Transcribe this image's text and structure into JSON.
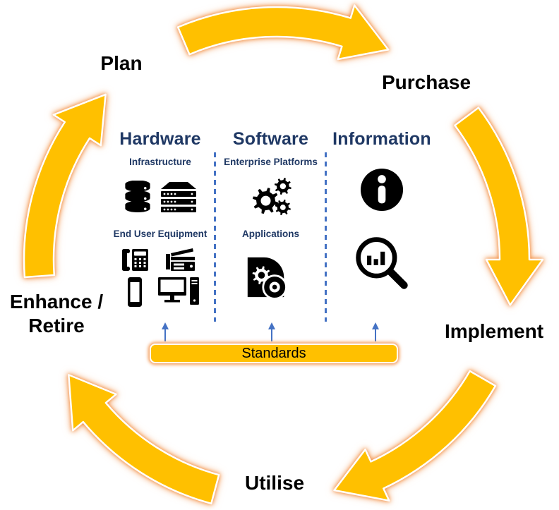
{
  "colors": {
    "arrow_fill": "#FFC000",
    "arrow_stroke": "#FFFFFF",
    "arrow_glow": "#F07E28",
    "heading": "#1F3864",
    "sublabel": "#1F3864",
    "stage_label": "#000000",
    "dashed_line": "#4472C4",
    "standards_bg": "#FFC000",
    "standards_text": "#000000",
    "icon": "#000000"
  },
  "cycle": {
    "plan": "Plan",
    "purchase": "Purchase",
    "implement": "Implement",
    "utilise": "Utilise",
    "enhance_retire_line1": "Enhance /",
    "enhance_retire_line2": "Retire"
  },
  "columns": [
    {
      "title": "Hardware",
      "sections": [
        {
          "label": "Infrastructure",
          "icons": [
            "database-icon",
            "server-rack-icon"
          ]
        },
        {
          "label": "End User Equipment",
          "icons": [
            "desk-phone-icon",
            "copier-printer-icon",
            "smartphone-icon",
            "desktop-computer-icon"
          ]
        }
      ]
    },
    {
      "title": "Software",
      "sections": [
        {
          "label": "Enterprise Platforms",
          "icons": [
            "gears-icon"
          ]
        },
        {
          "label": "Applications",
          "icons": [
            "application-media-icon"
          ]
        }
      ]
    },
    {
      "title": "Information",
      "sections": [
        {
          "icons": [
            "info-icon"
          ]
        },
        {
          "icons": [
            "search-analytics-icon"
          ]
        }
      ]
    }
  ],
  "standards": {
    "label": "Standards"
  }
}
